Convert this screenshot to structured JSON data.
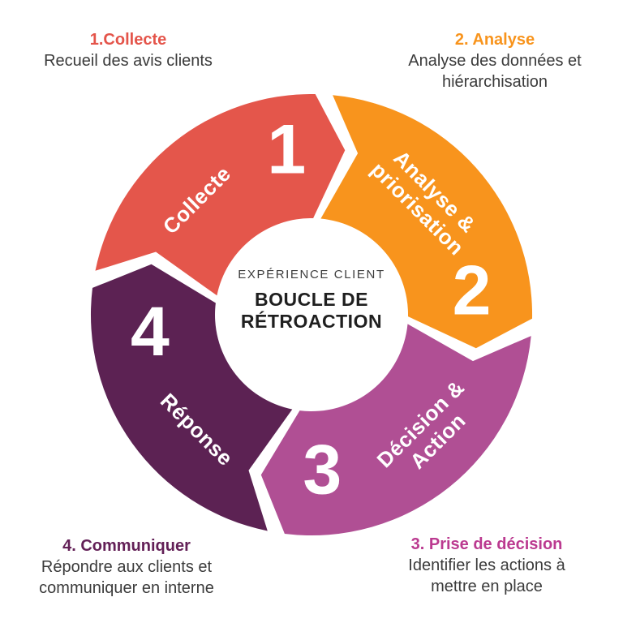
{
  "center": {
    "eyebrow": "EXPÉRIENCE CLIENT",
    "title_lines": [
      "BOUCLE DE",
      "RÉTROACTION"
    ]
  },
  "diagram": {
    "background": "#ffffff",
    "segments": [
      {
        "number": "1",
        "name": "collecte",
        "label_lines": [
          "Collecte"
        ],
        "color": "#E4564B"
      },
      {
        "number": "2",
        "name": "analyse",
        "label_lines": [
          "Analyse &",
          "priorisation"
        ],
        "color": "#F8941D"
      },
      {
        "number": "3",
        "name": "decision",
        "label_lines": [
          "Décision &",
          "Action"
        ],
        "color": "#B04F94"
      },
      {
        "number": "4",
        "name": "reponse",
        "label_lines": [
          "Réponse"
        ],
        "color": "#5C2253"
      }
    ]
  },
  "annotations": {
    "top_left": {
      "title": "1.Collecte",
      "title_color": "#E4544A",
      "body_lines": [
        "Recueil des avis clients"
      ]
    },
    "top_right": {
      "title": "2. Analyse",
      "title_color": "#F8941D",
      "body_lines": [
        "Analyse des données et",
        "hiérarchisation"
      ]
    },
    "bottom_right": {
      "title": "3. Prise de décision",
      "title_color": "#BB3A90",
      "body_lines": [
        "Identifier les actions à",
        "mettre en place"
      ]
    },
    "bottom_left": {
      "title": "4. Communiquer",
      "title_color": "#632057",
      "body_lines": [
        "Répondre aux clients et",
        "communiquer en interne"
      ]
    }
  },
  "body_text_color": "#3B3B3B"
}
